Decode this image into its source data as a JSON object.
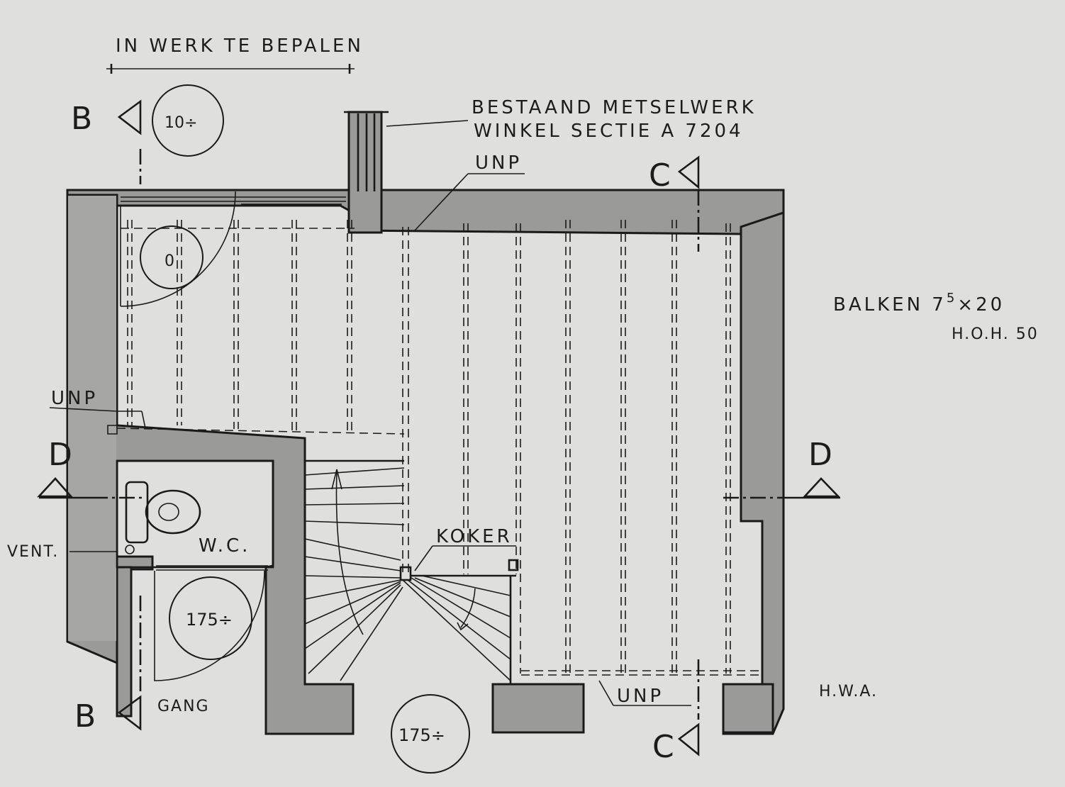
{
  "labels": {
    "in_werk": "IN WERK TE BEPALEN",
    "bestaand_1": "BESTAAND METSELWERK",
    "bestaand_2": "WINKEL SECTIE A 7204",
    "unp": "UNP",
    "koker": "KOKER",
    "wc": "W.C.",
    "vent": "VENT.",
    "gang": "GANG",
    "balken_1": "BALKEN 7",
    "balken_sup": "5",
    "balken_2": "×20",
    "hoh": "H.O.H. 50",
    "hwa": "H.W.A."
  },
  "sections": {
    "b": "B",
    "c": "C",
    "d": "D"
  },
  "levels": {
    "top": "10÷",
    "room": "0",
    "gang": "175÷",
    "entrance": "175÷"
  }
}
